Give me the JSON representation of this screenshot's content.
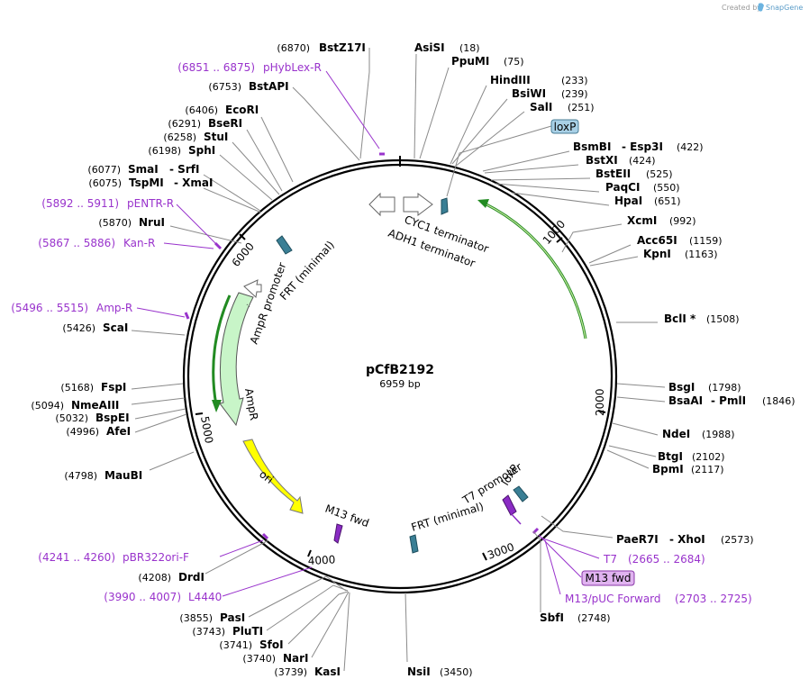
{
  "credit": "Created by",
  "brand": "SnapGene",
  "plasmid": {
    "name": "pCfB2192",
    "length_label": "6959 bp",
    "length": 6959
  },
  "ticks": [
    "1000",
    "2000",
    "3000",
    "4000",
    "5000",
    "6000"
  ],
  "sites": [
    {
      "id": "bstz17i",
      "name": "BstZ17I",
      "pos": "(6870)",
      "at": 6870
    },
    {
      "id": "asisi",
      "name": "AsiSI",
      "pos": "(18)",
      "at": 18
    },
    {
      "id": "ppumi",
      "name": "PpuMI",
      "pos": "(75)",
      "at": 75
    },
    {
      "id": "bstapi",
      "name": "BstAPI",
      "pos": "(6753)",
      "at": 6753
    },
    {
      "id": "hindiii",
      "name": "HindIII",
      "pos": "(233)",
      "at": 233
    },
    {
      "id": "bsiwi",
      "name": "BsiWI",
      "pos": "(239)",
      "at": 239
    },
    {
      "id": "sali",
      "name": "SalI",
      "pos": "(251)",
      "at": 251
    },
    {
      "id": "ecori",
      "name": "EcoRI",
      "pos": "(6406)",
      "at": 6406
    },
    {
      "id": "bseri",
      "name": "BseRI",
      "pos": "(6291)",
      "at": 6291
    },
    {
      "id": "stui",
      "name": "StuI",
      "pos": "(6258)",
      "at": 6258
    },
    {
      "id": "sphi",
      "name": "SphI",
      "pos": "(6198)",
      "at": 6198
    },
    {
      "id": "bsmbi",
      "name": "BsmBI",
      "name2": "Esp3I",
      "pos": "(422)",
      "at": 422
    },
    {
      "id": "bstxi",
      "name": "BstXI",
      "pos": "(424)",
      "at": 424
    },
    {
      "id": "bsteii",
      "name": "BstEII",
      "pos": "(525)",
      "at": 525
    },
    {
      "id": "paqci",
      "name": "PaqCI",
      "pos": "(550)",
      "at": 550
    },
    {
      "id": "hpai",
      "name": "HpaI",
      "pos": "(651)",
      "at": 651
    },
    {
      "id": "smai",
      "name": "SmaI",
      "name2": "SrfI",
      "pos": "(6077)",
      "at": 6077
    },
    {
      "id": "tspmi",
      "name": "TspMI",
      "name2": "XmaI",
      "pos": "(6075)",
      "at": 6075
    },
    {
      "id": "xcmi",
      "name": "XcmI",
      "pos": "(992)",
      "at": 992
    },
    {
      "id": "nrui",
      "name": "NruI",
      "pos": "(5870)",
      "at": 5870
    },
    {
      "id": "acc65i",
      "name": "Acc65I",
      "pos": "(1159)",
      "at": 1159
    },
    {
      "id": "kpni",
      "name": "KpnI",
      "pos": "(1163)",
      "at": 1163
    },
    {
      "id": "bcli",
      "name": "BclI *",
      "pos": "(1508)",
      "at": 1508
    },
    {
      "id": "scai",
      "name": "ScaI",
      "pos": "(5426)",
      "at": 5426
    },
    {
      "id": "fspi",
      "name": "FspI",
      "pos": "(5168)",
      "at": 5168
    },
    {
      "id": "bsgi",
      "name": "BsgI",
      "pos": "(1798)",
      "at": 1798
    },
    {
      "id": "nmeaiii",
      "name": "NmeAIII",
      "pos": "(5094)",
      "at": 5094
    },
    {
      "id": "bsaai",
      "name": "BsaAI",
      "name2": "PmlI",
      "pos": "(1846)",
      "at": 1846
    },
    {
      "id": "bspei",
      "name": "BspEI",
      "pos": "(5032)",
      "at": 5032
    },
    {
      "id": "afei",
      "name": "AfeI",
      "pos": "(4996)",
      "at": 4996
    },
    {
      "id": "ndei",
      "name": "NdeI",
      "pos": "(1988)",
      "at": 1988
    },
    {
      "id": "btgi",
      "name": "BtgI",
      "pos": "(2102)",
      "at": 2102
    },
    {
      "id": "bpmi",
      "name": "BpmI",
      "pos": "(2117)",
      "at": 2117
    },
    {
      "id": "maubi",
      "name": "MauBI",
      "pos": "(4798)",
      "at": 4798
    },
    {
      "id": "paer7i",
      "name": "PaeR7I",
      "name2": "XhoI",
      "pos": "(2573)",
      "at": 2573
    },
    {
      "id": "drdi",
      "name": "DrdI",
      "pos": "(4208)",
      "at": 4208
    },
    {
      "id": "sbfi",
      "name": "SbfI",
      "pos": "(2748)",
      "at": 2748
    },
    {
      "id": "pasi",
      "name": "PasI",
      "pos": "(3855)",
      "at": 3855
    },
    {
      "id": "pluti",
      "name": "PluTI",
      "pos": "(3743)",
      "at": 3743
    },
    {
      "id": "sfoi",
      "name": "SfoI",
      "pos": "(3741)",
      "at": 3741
    },
    {
      "id": "nari",
      "name": "NarI",
      "pos": "(3740)",
      "at": 3740
    },
    {
      "id": "kasi",
      "name": "KasI",
      "pos": "(3739)",
      "at": 3739
    },
    {
      "id": "nsii",
      "name": "NsiI",
      "pos": "(3450)",
      "at": 3450
    }
  ],
  "primers": [
    {
      "id": "phyblex-r",
      "name": "pHybLex-R",
      "range": "(6851 .. 6875)",
      "at": 6863
    },
    {
      "id": "pentr-r",
      "name": "pENTR-R",
      "range": "(5892 .. 5911)",
      "at": 5900
    },
    {
      "id": "kan-r",
      "name": "Kan-R",
      "range": "(5867 .. 5886)",
      "at": 5876
    },
    {
      "id": "amp-r",
      "name": "Amp-R",
      "range": "(5496 .. 5515)",
      "at": 5505
    },
    {
      "id": "t7",
      "name": "T7",
      "range": "(2665 .. 2684)",
      "at": 2674
    },
    {
      "id": "m13-puc-fwd",
      "name": "M13/pUC Forward",
      "range": "(2703 .. 2725)",
      "at": 2714
    },
    {
      "id": "pbr322ori-f",
      "name": "pBR322ori-F",
      "range": "(4241 .. 4260)",
      "at": 4250
    },
    {
      "id": "l4440",
      "name": "L4440",
      "range": "(3990 .. 4007)",
      "at": 3998
    }
  ],
  "boxed_features": [
    {
      "id": "loxp-box",
      "name": "loxP",
      "color": "#a8d0e6",
      "stroke": "#4a7d95"
    },
    {
      "id": "m13fwd-box",
      "name": "M13 fwd",
      "color": "#e0b3f0",
      "stroke": "#8a3aa8"
    }
  ],
  "features": [
    {
      "id": "cyc1",
      "name": "CYC1 terminator"
    },
    {
      "id": "adh1",
      "name": "ADH1 terminator"
    },
    {
      "id": "ampr-promoter",
      "name": "AmpR promoter"
    },
    {
      "id": "frt-min-1",
      "name": "FRT (minimal)"
    },
    {
      "id": "ampr",
      "name": "AmpR"
    },
    {
      "id": "ori",
      "name": "ori"
    },
    {
      "id": "m13fwd",
      "name": "M13 fwd"
    },
    {
      "id": "frt-min-2",
      "name": "FRT (minimal)"
    },
    {
      "id": "t7-promoter",
      "name": "T7 promoter"
    },
    {
      "id": "loxp",
      "name": "loxP"
    }
  ],
  "colors": {
    "ring": "#000000",
    "primer": "#9933cc",
    "ampr": "#c8f5c8",
    "ori": "#ffff00",
    "orf_arrow": "#228b22",
    "loxp": "#3a7f95",
    "m13": "#8a2bc4"
  }
}
